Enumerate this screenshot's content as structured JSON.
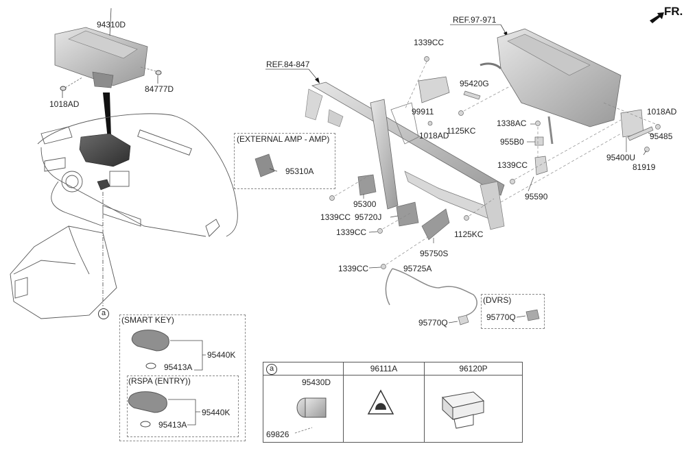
{
  "diagram": {
    "orientation_label": "FR.",
    "references": [
      {
        "id": "ref-84-847",
        "text": "REF.84-847"
      },
      {
        "id": "ref-97-971",
        "text": "REF.97-971"
      }
    ],
    "part_labels": {
      "p94310D": "94310D",
      "p84777D": "84777D",
      "p1018AD_a": "1018AD",
      "p1339CC_top": "1339CC",
      "p99911": "99911",
      "p1018AD_b": "1018AD",
      "p95420G": "95420G",
      "p1125KC_a": "1125KC",
      "p1338AC": "1338AC",
      "p955B0": "955B0",
      "p1018AD_c": "1018AD",
      "p95485": "95485",
      "p95400U": "95400U",
      "p81919": "81919",
      "p1339CC_mid": "1339CC",
      "p95590": "95590",
      "p95310A": "95310A",
      "p95300": "95300",
      "p1339CC_left": "1339CC",
      "p95720J": "95720J",
      "p1339CC_b": "1339CC",
      "p1125KC_b": "1125KC",
      "p95750S": "95750S",
      "p1339CC_c": "1339CC",
      "p95725A": "95725A",
      "p95770Q": "95770Q"
    },
    "groups": {
      "external_amp": {
        "title": "(EXTERNAL AMP - AMP)",
        "part": "95310A"
      },
      "dvrs": {
        "title": "(DVRS)",
        "part": "95770Q"
      },
      "smart_key": {
        "title": "(SMART KEY)",
        "key": "95440K",
        "battery": "95413A"
      },
      "rspa_entry": {
        "title": "(RSPA (ENTRY))",
        "key": "95440K",
        "battery": "95413A"
      }
    },
    "callout_marker": "a",
    "legend_table": {
      "headers": [
        "a",
        "96111A",
        "96120P"
      ],
      "cell_a_parts": [
        "95430D",
        "69826"
      ]
    }
  }
}
